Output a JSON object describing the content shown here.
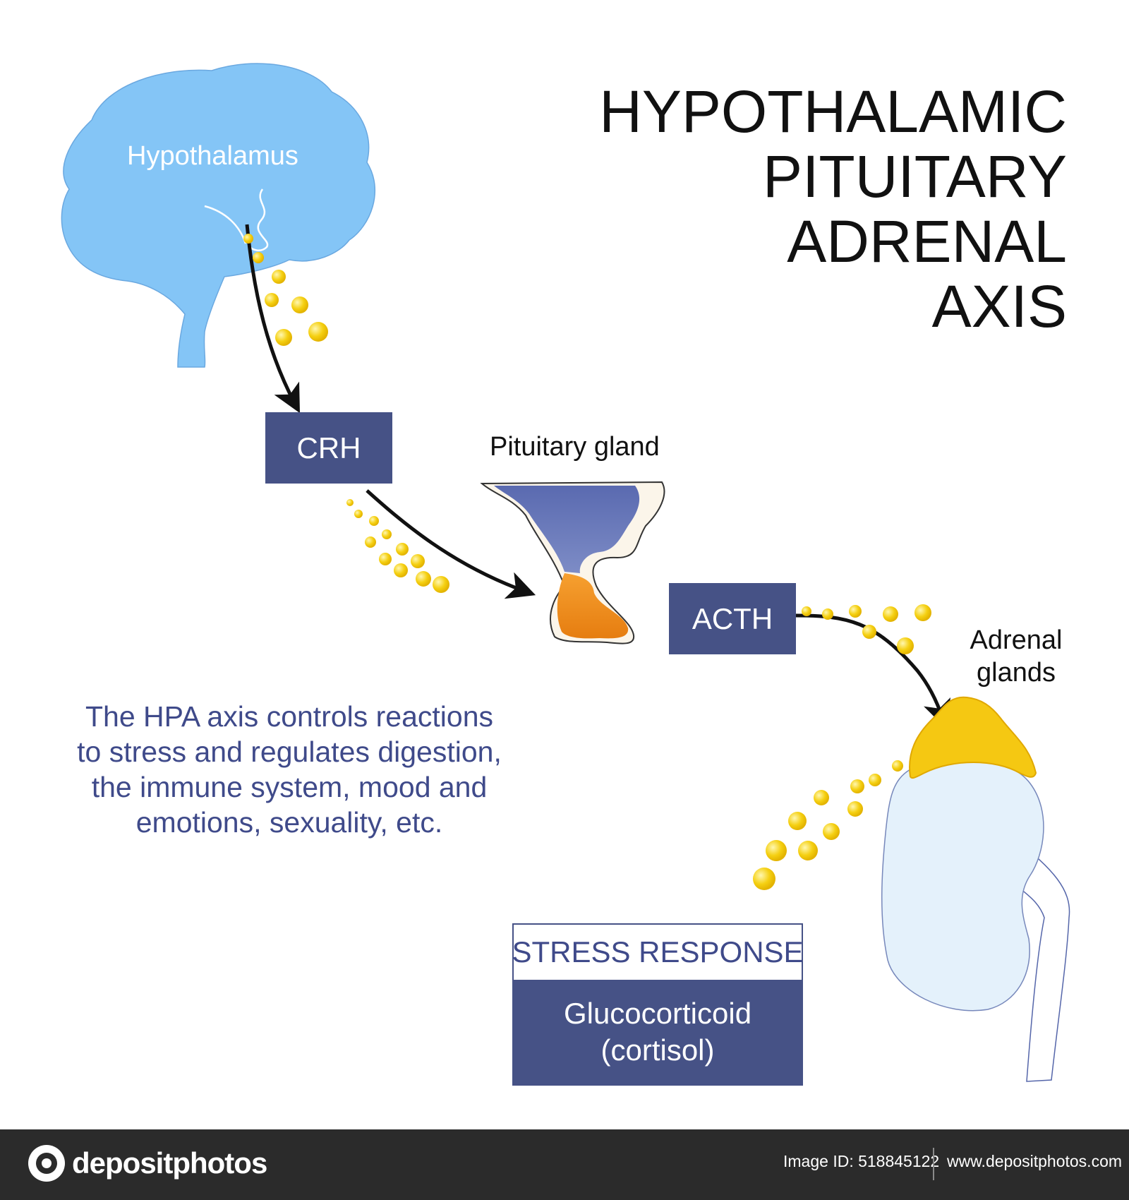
{
  "title": {
    "lines": [
      "HYPOTHALAMIC",
      "PITUITARY",
      "ADRENAL",
      "AXIS"
    ]
  },
  "labels": {
    "hypothalamus": "Hypothalamus",
    "pituitary": "Pituitary gland",
    "adrenal_line1": "Adrenal",
    "adrenal_line2": "glands"
  },
  "hormones": {
    "crh": "CRH",
    "acth": "ACTH"
  },
  "description": {
    "lines": [
      "The HPA axis controls reactions",
      "to stress and regulates digestion,",
      "the immune system, mood and",
      "emotions, sexuality, etc."
    ]
  },
  "response": {
    "heading": "STRESS RESPONSE",
    "line1": "Glucocorticoid",
    "line2": "(cortisol)"
  },
  "footer": {
    "brand": "depositphotos",
    "image_id": "Image ID: 518845122",
    "site": "www.depositphotos.com"
  },
  "colors": {
    "brain": "#84c5f6",
    "box": "#465286",
    "hormone": "#f5d012",
    "text_blue": "#3f4a8a",
    "pituitary_front": "#6b7ab8",
    "pituitary_back": "#f08a1a",
    "adrenal": "#f5c812",
    "kidney": "#e4f1fb"
  }
}
